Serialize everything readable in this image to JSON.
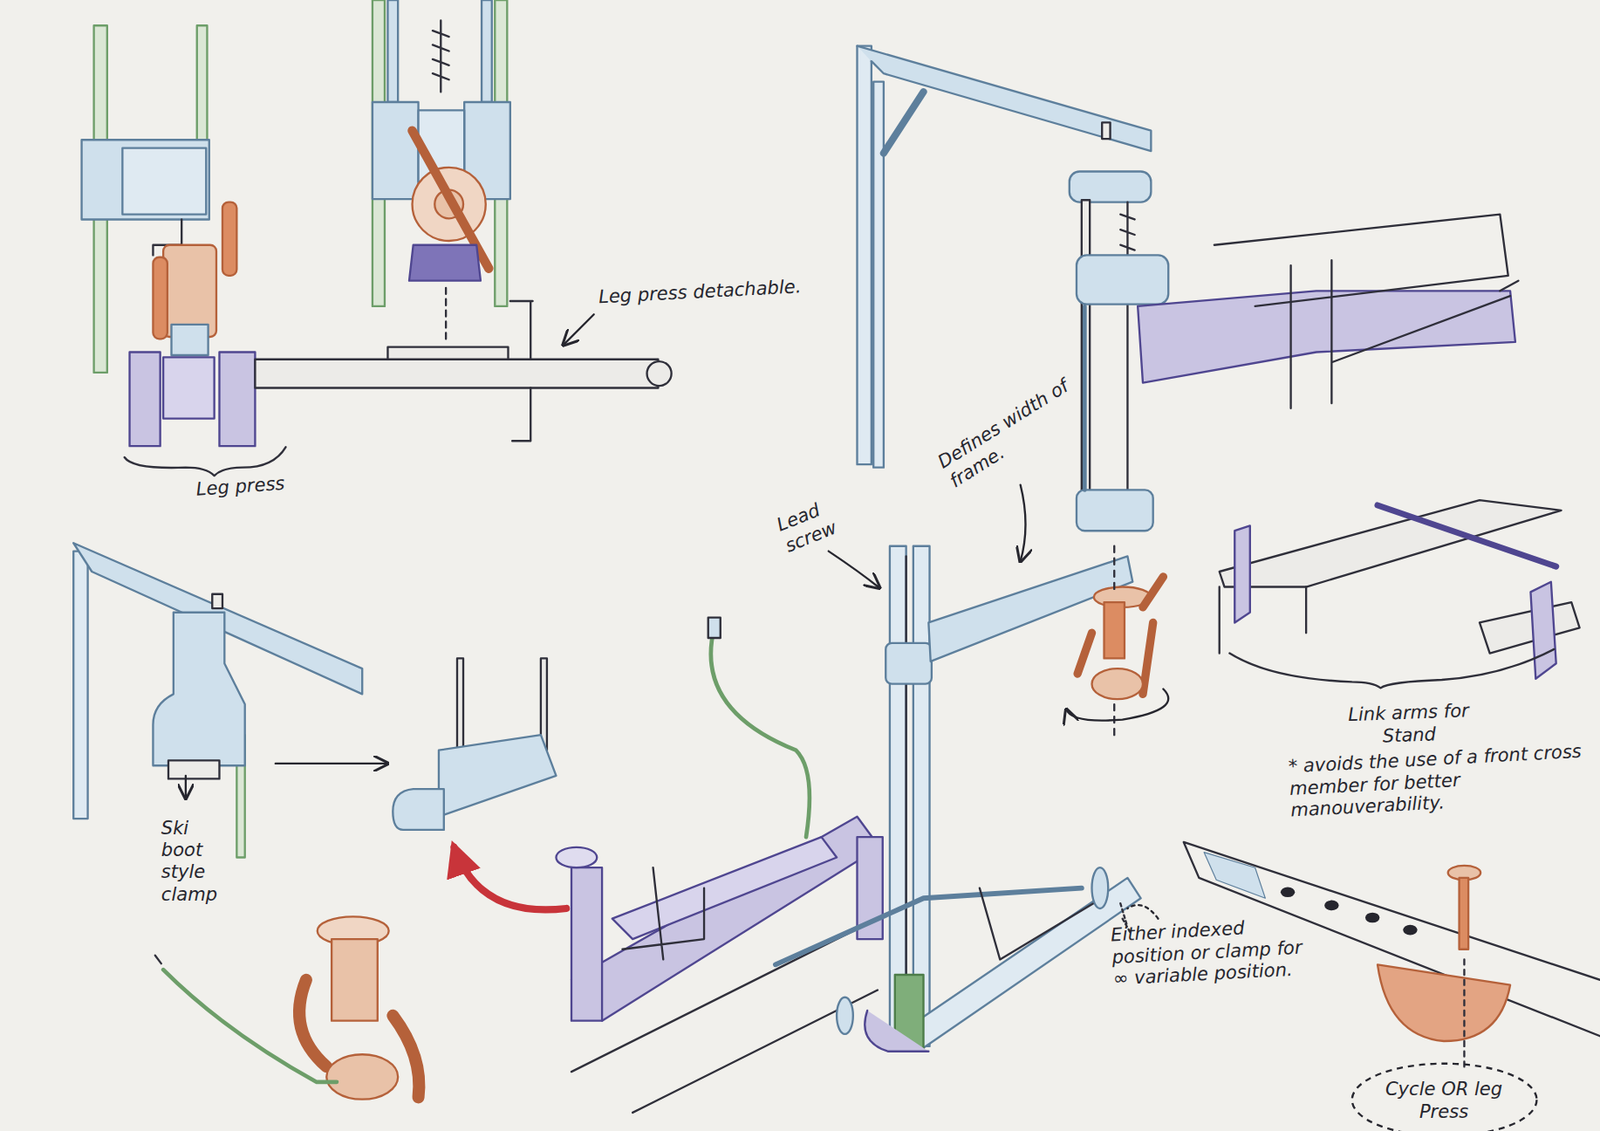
{
  "diagram": {
    "nodes": [
      {
        "text": [
          "Cycle OR leg Press"
        ]
      }
    ],
    "labels": [
      "Leg press detachable.",
      "Leg press",
      "Lead screw",
      "Defines width of frame.",
      "Ski boot style clamp",
      "Link arms for Stand",
      "* avoids the use of a front cross member for better manouverability.",
      "Either indexed position or clamp for ∞ variable position."
    ]
  }
}
